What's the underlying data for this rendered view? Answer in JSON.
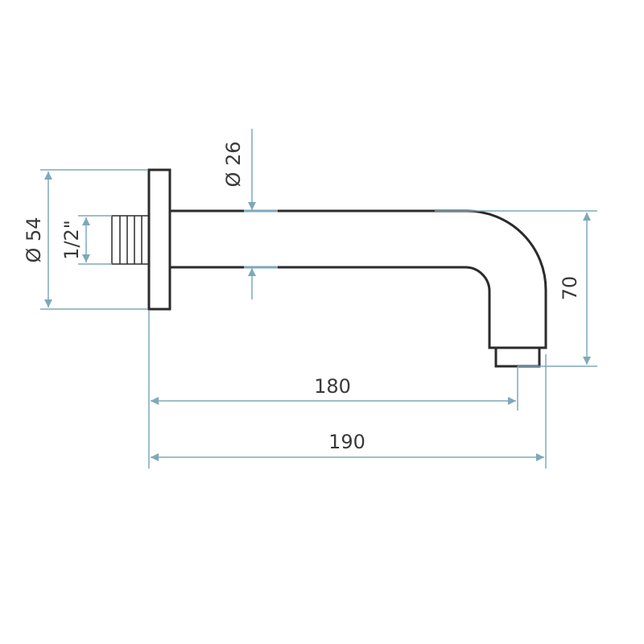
{
  "drawing": {
    "title": "Wall-mounted spout dimensional drawing",
    "dimensions": {
      "flange_diameter": "Ø 54",
      "thread_size": "1/2\"",
      "pipe_diameter": "Ø 26",
      "height": "70",
      "projection_outlet": "180",
      "projection_total": "190"
    },
    "colors": {
      "outline": "#2b2b2b",
      "dimension": "#7ea8bb"
    }
  }
}
